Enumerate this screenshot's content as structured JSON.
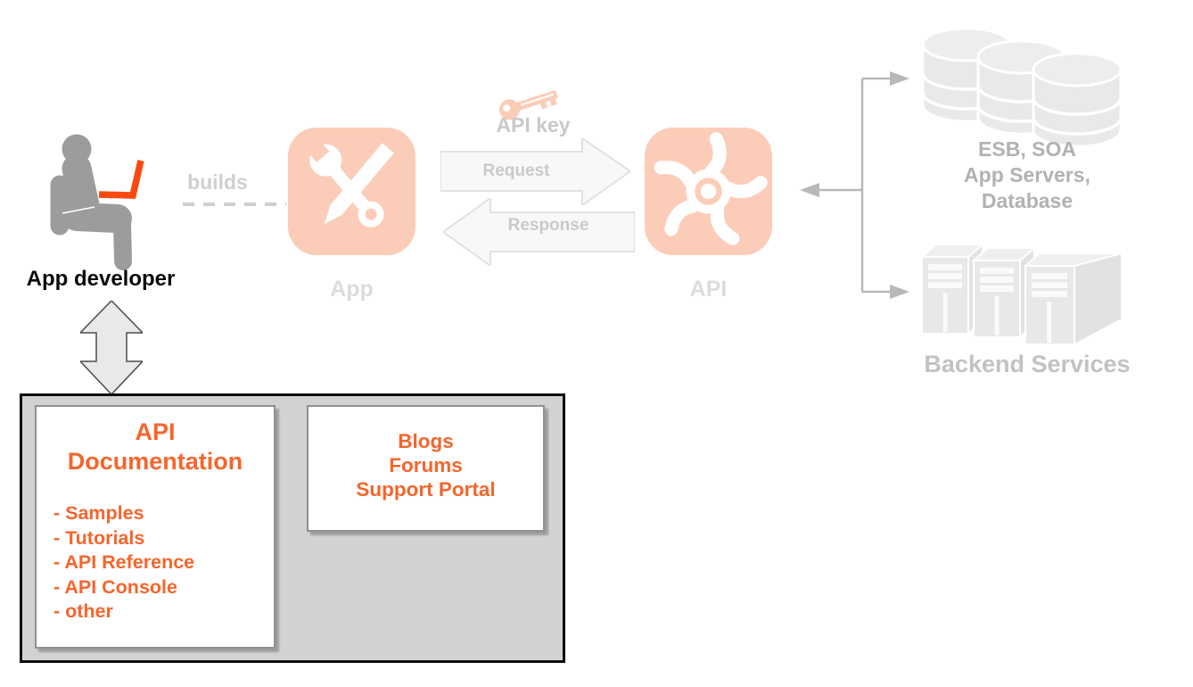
{
  "colors": {
    "accent_orange": "#f5652c",
    "salmon": "#fbcdb8",
    "laptop_orange": "#f84a10",
    "panel_gray": "#d2d2d2"
  },
  "developer": {
    "label": "App developer",
    "builds_label": "builds"
  },
  "app_node": {
    "label": "App"
  },
  "api_node": {
    "label": "API"
  },
  "flow": {
    "api_key_label": "API key",
    "request_label": "Request",
    "response_label": "Response"
  },
  "backend": {
    "integration_label": "ESB, SOA\nApp Servers,\nDatabase",
    "services_label": "Backend Services"
  },
  "portal": {
    "doc_box": {
      "title": "API\nDocumentation",
      "items": [
        "- Samples",
        "- Tutorials",
        "- API Reference",
        "- API Console",
        "- other"
      ]
    },
    "community_box": {
      "text": "Blogs\nForums\nSupport Portal"
    }
  },
  "icons": {
    "developer": "seated-developer-with-laptop",
    "app": "wrench-and-pencil",
    "api": "pinwheel-gear",
    "key": "api-key",
    "databases": "database-cylinders",
    "servers": "server-towers",
    "double_arrow": "bidirectional-arrow"
  }
}
